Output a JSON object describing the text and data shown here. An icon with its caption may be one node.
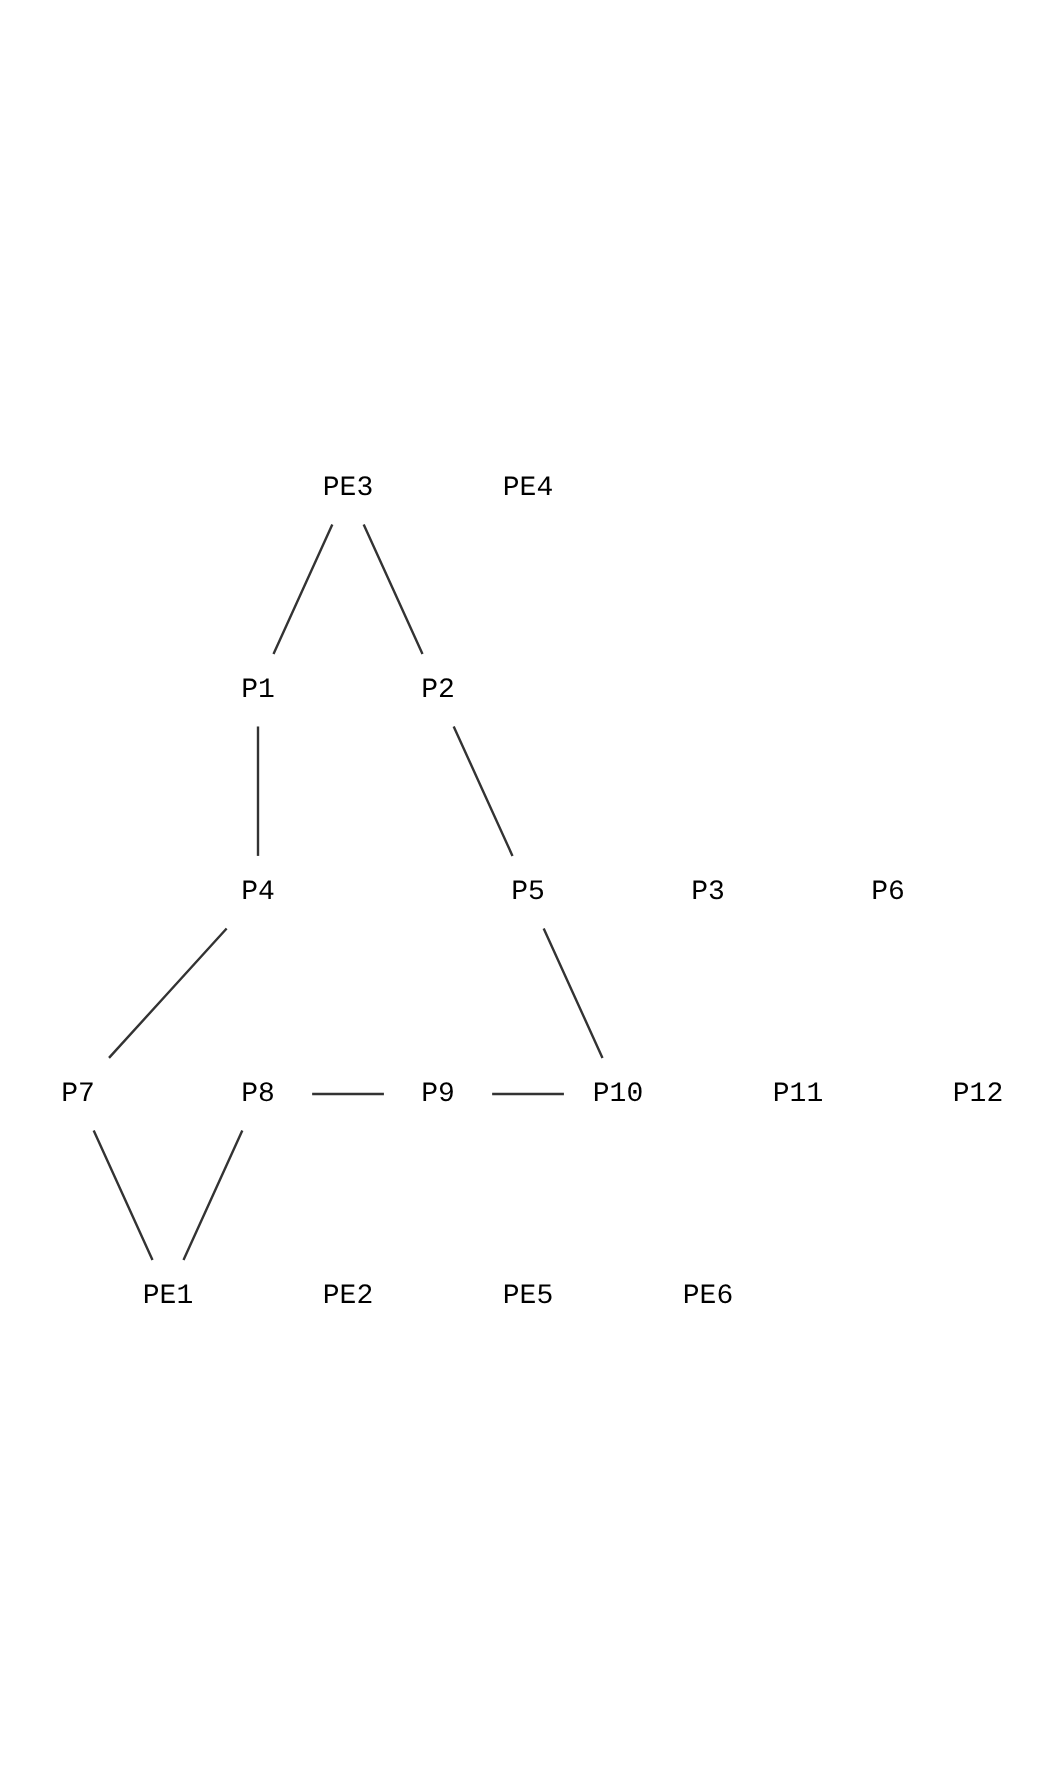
{
  "diagram": {
    "nodes": [
      {
        "text": [
          "PE3"
        ]
      },
      {
        "text": [
          "PE4"
        ]
      },
      {
        "text": [
          "P1"
        ]
      },
      {
        "text": [
          "P2"
        ]
      },
      {
        "text": [
          "P3"
        ]
      },
      {
        "text": [
          "P4"
        ]
      },
      {
        "text": [
          "P5"
        ]
      },
      {
        "text": [
          "P6"
        ]
      },
      {
        "text": [
          "P7"
        ]
      },
      {
        "text": [
          "P8"
        ]
      },
      {
        "text": [
          "P9"
        ]
      },
      {
        "text": [
          "P10"
        ]
      },
      {
        "text": [
          "P11"
        ]
      },
      {
        "text": [
          "P12"
        ]
      },
      {
        "text": [
          "PE1"
        ]
      },
      {
        "text": [
          "PE2"
        ]
      },
      {
        "text": [
          "PE5"
        ]
      },
      {
        "text": [
          "PE6"
        ]
      }
    ],
    "edges": [
      {
        "from": 0,
        "to": 2,
        "arrow": "none"
      },
      {
        "from": 0,
        "to": 3,
        "arrow": "none"
      },
      {
        "from": 2,
        "to": 5,
        "arrow": "none"
      },
      {
        "from": 3,
        "to": 6,
        "arrow": "none"
      },
      {
        "from": 5,
        "to": 8,
        "arrow": "none"
      },
      {
        "from": 6,
        "to": 11,
        "arrow": "none"
      },
      {
        "from": 9,
        "to": 10,
        "arrow": "none"
      },
      {
        "from": 10,
        "to": 11,
        "arrow": "none"
      },
      {
        "from": 8,
        "to": 14,
        "arrow": "none"
      },
      {
        "from": 9,
        "to": 14,
        "arrow": "none"
      }
    ]
  }
}
